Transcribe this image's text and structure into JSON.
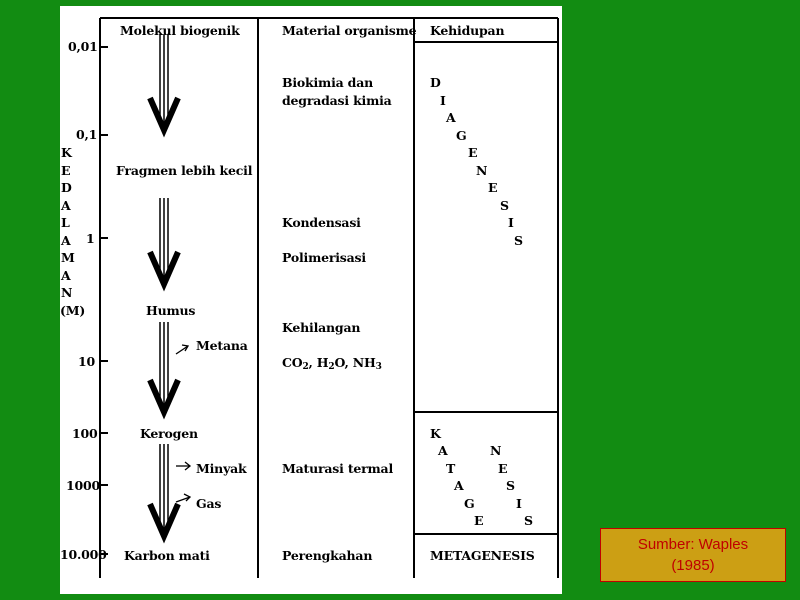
{
  "headers": {
    "col1": "Molekul biogenik",
    "col2": "Material organisme",
    "col3": "Kehidupan"
  },
  "depth_axis": {
    "label_letters": [
      "K",
      "E",
      "D",
      "A",
      "L",
      "A",
      "M",
      "A",
      "N",
      "(M)"
    ],
    "ticks": [
      "0,01",
      "0,1",
      "1",
      "10",
      "100",
      "1000",
      "10.000"
    ]
  },
  "col1": {
    "fragmen": "Fragmen lebih kecil",
    "humus": "Humus",
    "metana": "Metana",
    "kerogen": "Kerogen",
    "minyak": "Minyak",
    "gas": "Gas",
    "karbon": "Karbon mati"
  },
  "col2": {
    "biokimia_1": "Biokimia dan",
    "biokimia_2": "degradasi kimia",
    "kondensasi": "Kondensasi",
    "polimerisasi": "Polimerisasi",
    "kehilangan": "Kehilangan",
    "co2_a": "CO",
    "co2_sub": "2",
    "co2_b": ", H",
    "h2o_sub": "2",
    "h2o_b": "O, NH",
    "nh3_sub": "3",
    "maturasi": "Maturasi termal",
    "perengkahan": "Perengkahan"
  },
  "col3": {
    "diagenesis_letters": [
      "D",
      "I",
      "A",
      "G",
      "E",
      "N",
      "E",
      "S",
      "I",
      "S"
    ],
    "katagenesis_letters": [
      "K",
      "A",
      "N",
      "T",
      "E",
      "A",
      "S",
      "G",
      "I",
      "E",
      "S"
    ],
    "metagenesis": "METAGENESIS"
  },
  "source": {
    "line1": "Sumber: Waples",
    "line2": "(1985)"
  },
  "colors": {
    "background": "#128c12",
    "source_box": "#cc9f14",
    "source_text": "#c00000"
  }
}
